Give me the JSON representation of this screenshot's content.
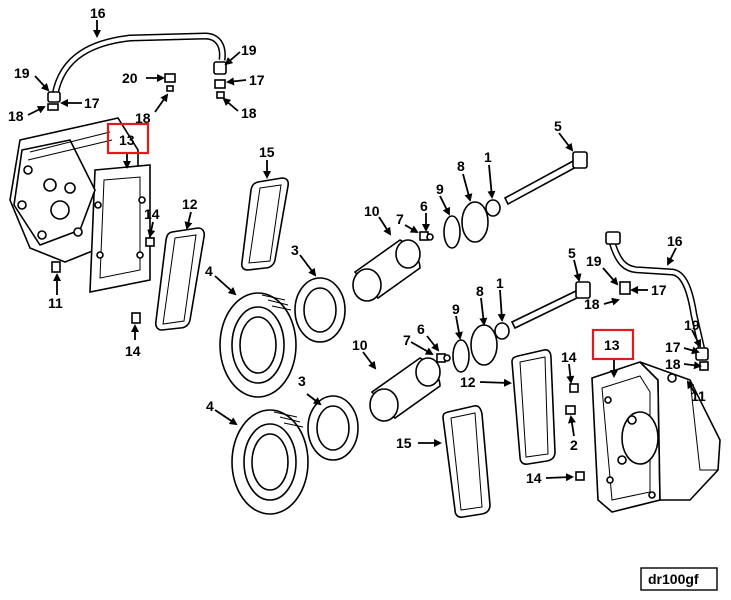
{
  "diagram": {
    "reference_code": "dr100gf",
    "highlight_color": "#e01b1b",
    "callouts": {
      "left_assembly": {
        "c16": "16",
        "c19": "19",
        "c17": "17",
        "c18": "18",
        "c20": "20",
        "c18b": "18",
        "c19r": "19",
        "c17r": "17",
        "c18r": "18",
        "c13": "13",
        "c14a": "14",
        "c11": "11",
        "c14b": "14",
        "c12": "12",
        "c15": "15",
        "c4": "4",
        "c3": "3",
        "c10": "10",
        "c7": "7",
        "c6": "6",
        "c9": "9",
        "c8": "8",
        "c1": "1",
        "c5": "5"
      },
      "right_assembly": {
        "c5": "5",
        "c16": "16",
        "c19": "19",
        "c18": "18",
        "c17": "17",
        "c9": "9",
        "c8": "8",
        "c1": "1",
        "c7": "7",
        "c6": "6",
        "c10": "10",
        "c13": "13",
        "c19b": "19",
        "c17b": "17",
        "c18b": "18",
        "c11": "11",
        "c14a": "14",
        "c12": "12",
        "c3": "3",
        "c4": "4",
        "c2": "2",
        "c15": "15",
        "c14b": "14"
      }
    }
  }
}
